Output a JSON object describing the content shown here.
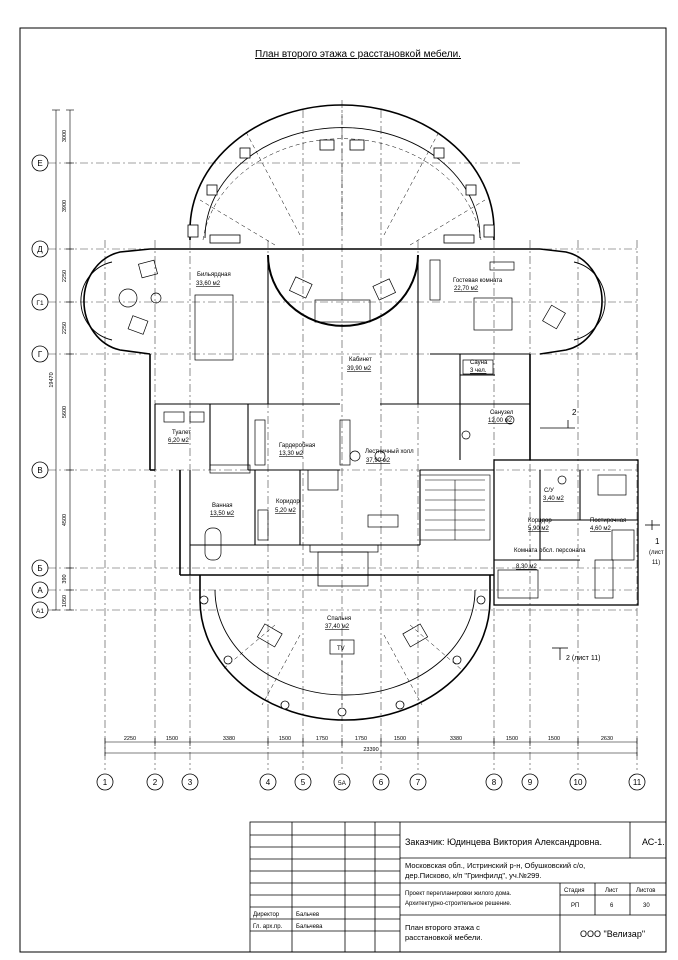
{
  "drawing_title": "План второго этажа с расстановкой мебели.",
  "rooms": [
    {
      "id": "billiard",
      "name": "Бильярдная",
      "area": "33,60 м2"
    },
    {
      "id": "guest",
      "name": "Гостевая комната",
      "area": "22,70 м2"
    },
    {
      "id": "sauna",
      "name": "Сауна",
      "area": "3 чел."
    },
    {
      "id": "cabinet",
      "name": "Кабинет",
      "area": "39,90 м2"
    },
    {
      "id": "bath-guest",
      "name": "Санузел",
      "area": "12,00 м2"
    },
    {
      "id": "toilet",
      "name": "Туалет",
      "area": "6,20 м2"
    },
    {
      "id": "wardrobe",
      "name": "Гардеробная",
      "area": "13,30 м2"
    },
    {
      "id": "hall",
      "name": "Лестничный холл",
      "area": "37,90 м2"
    },
    {
      "id": "bathroom",
      "name": "Ванная",
      "area": "13,50 м2"
    },
    {
      "id": "corridor",
      "name": "Коридор",
      "area": "5,20 м2"
    },
    {
      "id": "su",
      "name": "С/У",
      "area": "3,40 м2"
    },
    {
      "id": "corridor2",
      "name": "Коридор",
      "area": "5,90 м2"
    },
    {
      "id": "laundry",
      "name": "Постирочная",
      "area": "4,60 м2"
    },
    {
      "id": "staff",
      "name": "Комната обсл. персонала",
      "area": "8,30 м2"
    },
    {
      "id": "bedroom",
      "name": "Спальня",
      "area": "37,40 м2"
    }
  ],
  "tv_label": "TV",
  "left_dims": [
    "3000",
    "3900",
    "2250",
    "2250",
    "19470",
    "5600",
    "4500",
    "390",
    "1050"
  ],
  "row_axes": [
    "Е",
    "Д",
    "Г1",
    "Г",
    "В",
    "Б",
    "А",
    "А1"
  ],
  "bottom_dims": [
    "2250",
    "1500",
    "3380",
    "1500",
    "1750",
    "1750",
    "1500",
    "3380",
    "1500",
    "1500",
    "2630"
  ],
  "total_dim": "23390",
  "col_axes": [
    "1",
    "2",
    "3",
    "4",
    "5",
    "5А",
    "6",
    "7",
    "8",
    "9",
    "10",
    "11"
  ],
  "section_marks": {
    "s2_top": "2",
    "s1": "1",
    "s1_sheet": "(лист",
    "s1_sheet_num": "11)",
    "s2_bottom": "2 (лист 11)"
  },
  "title_block": {
    "customer": "Заказчик: Юдинцева Виктория Александровна.",
    "code": "АС-1.",
    "address1": "Московская обл., Истринский р-н, Обушковский с/о,",
    "address2": "дер.Писково, к/п \"Гринфилд\", уч.№299.",
    "project1": "Проект перепланировки жилого дома.",
    "project2": "Архитектурно-строительное решение.",
    "hdr_stage": "Стадия",
    "hdr_sheet": "Лист",
    "hdr_sheets": "Листов",
    "stage": "РП",
    "sheet": "6",
    "sheets": "30",
    "role1": "Директор",
    "name1": "Бальчев",
    "role2": "Гл. арх.пр.",
    "name2": "Бальчева",
    "sheet_title1": "План второго этажа с",
    "sheet_title2": "расстановкой мебели.",
    "company": "ООО \"Велизар\""
  }
}
